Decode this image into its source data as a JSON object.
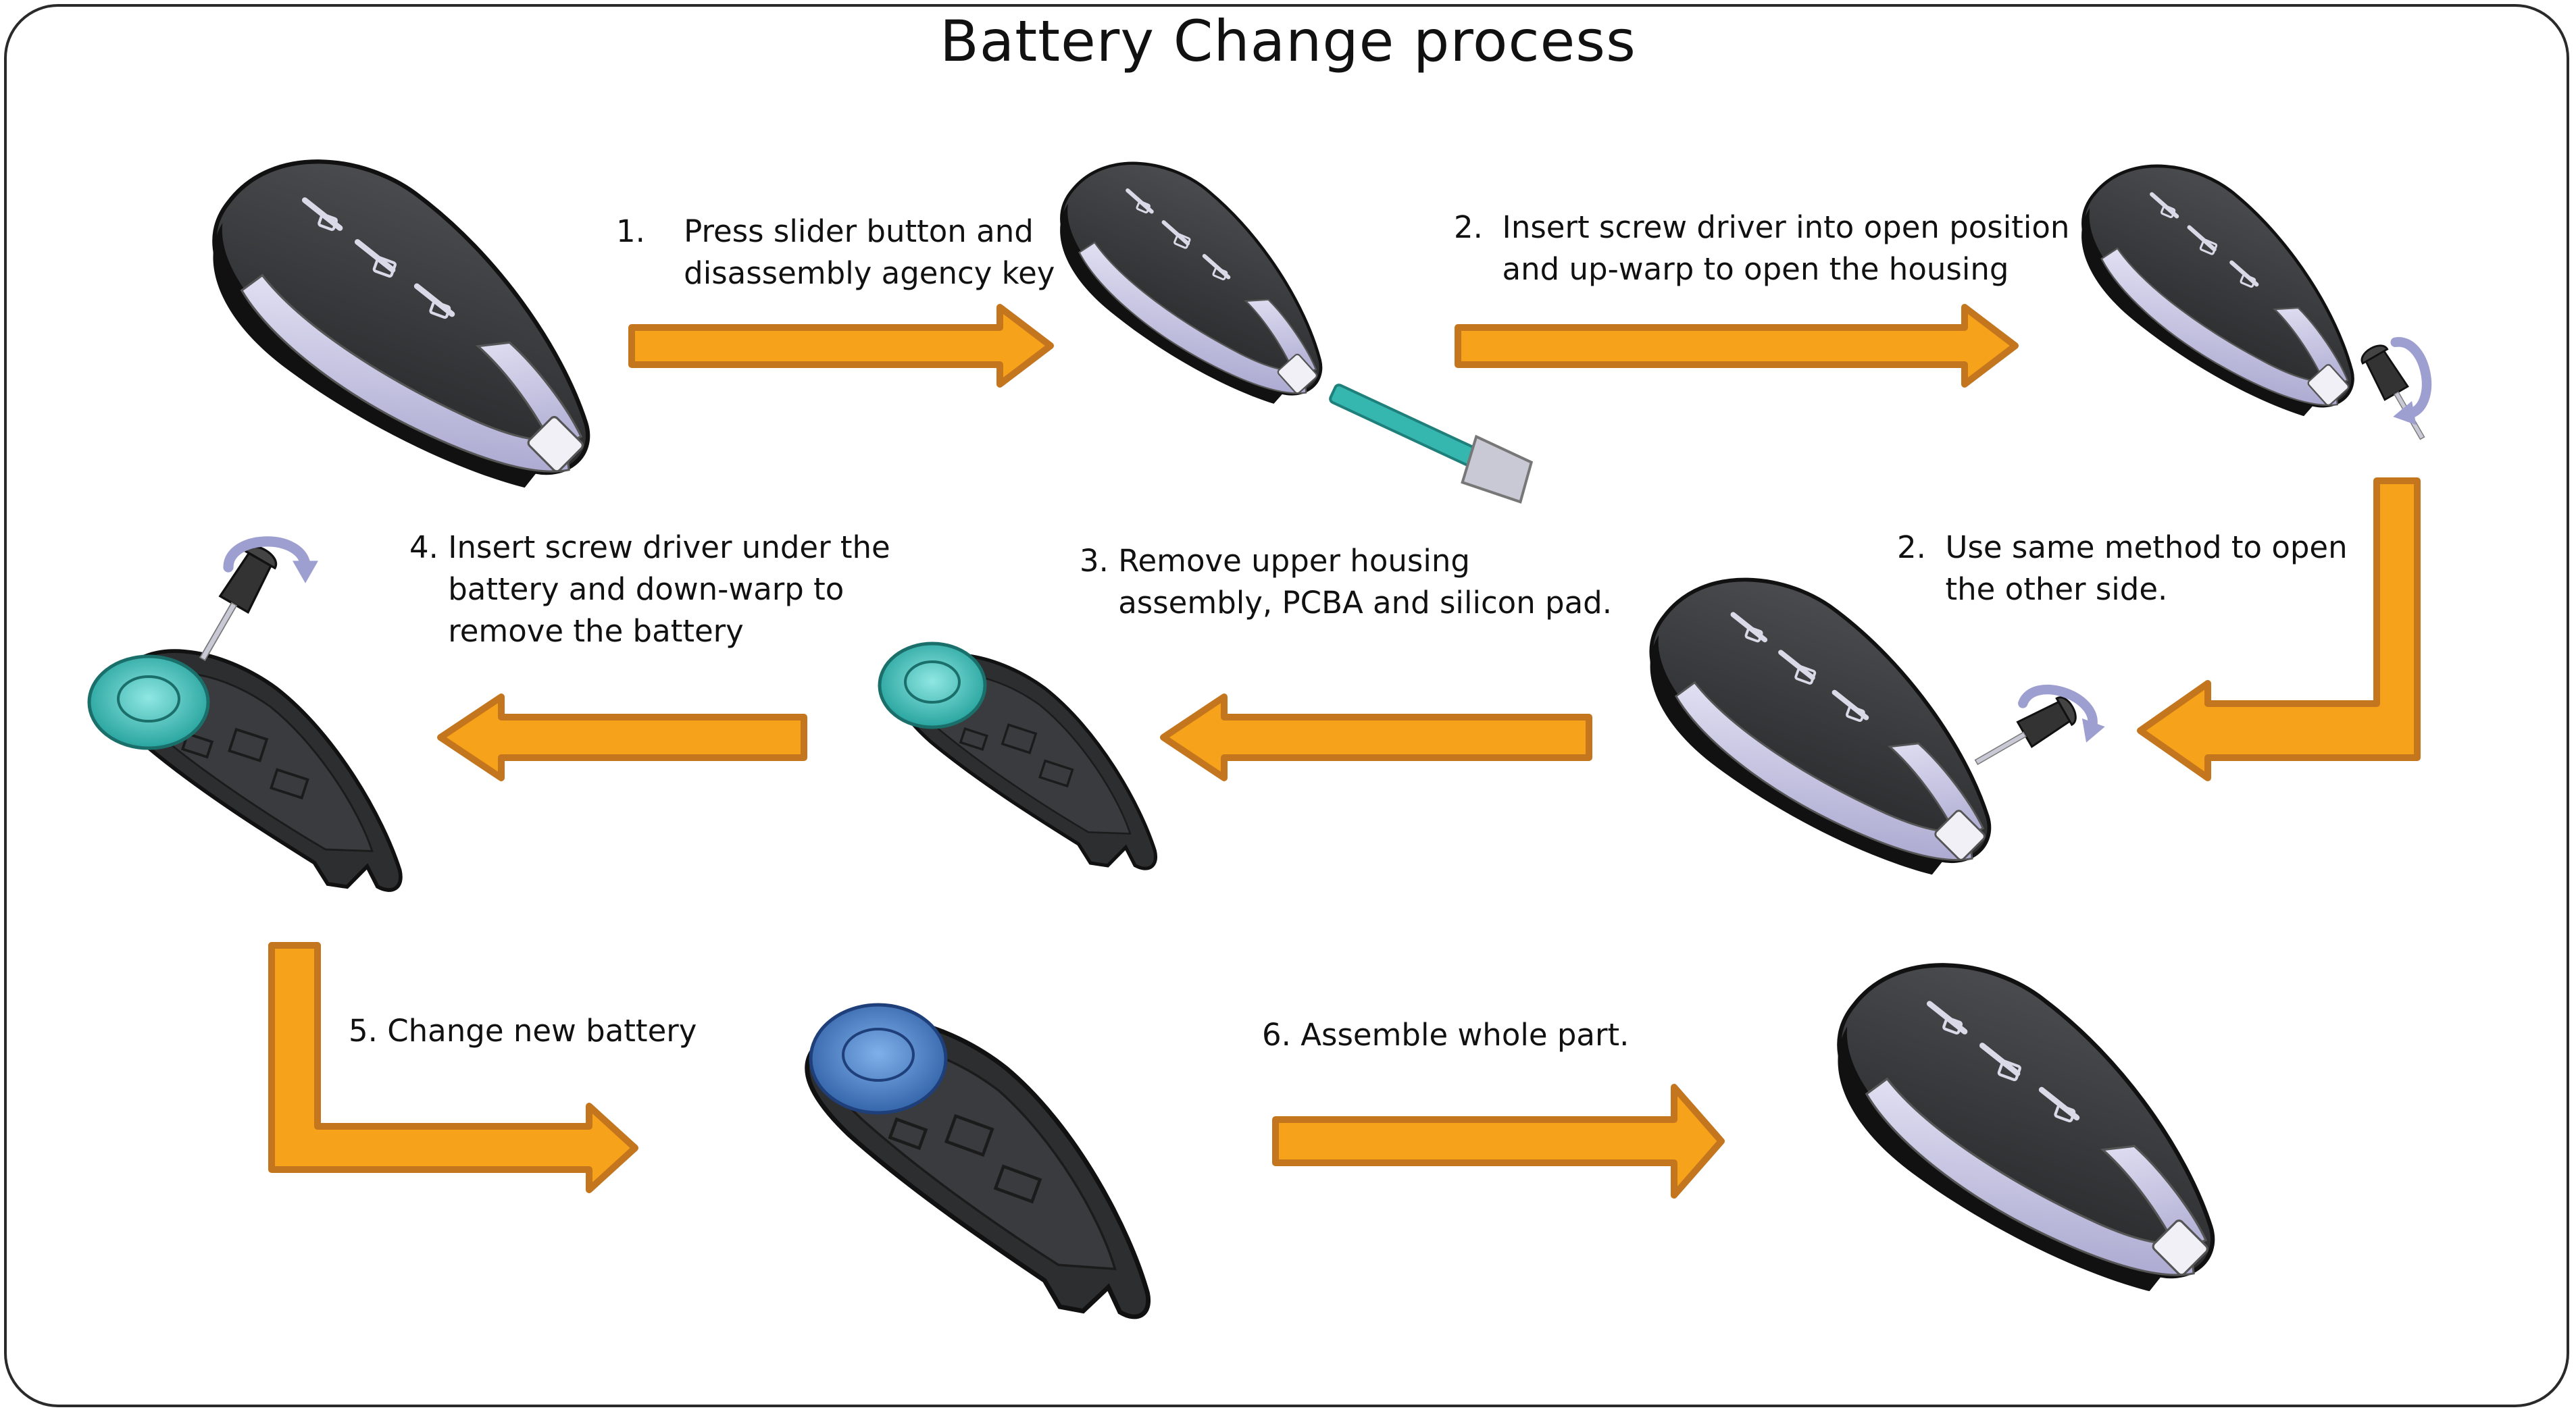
{
  "title": "Battery Change process",
  "colors": {
    "arrow_fill": "#F7A21B",
    "arrow_stroke": "#C4761F",
    "key_body": "#3a3b3d",
    "key_trim": "#c9c7e6",
    "battery_teal": "#2bb9b3",
    "battery_blue": "#3f7fc9",
    "screwdriver_arrow": "#9e9fd1"
  },
  "steps": [
    {
      "id": "step1",
      "line1": "1.    Press slider button and",
      "line2": "       disassembly agency key"
    },
    {
      "id": "step2a",
      "line1": "2.  Insert screw driver into open position",
      "line2": "     and up-warp to open the housing"
    },
    {
      "id": "step2b",
      "line1": "2.  Use same method to open",
      "line2": "     the other side."
    },
    {
      "id": "step3",
      "line1": "3. Remove upper housing",
      "line2": "    assembly, PCBA and silicon pad."
    },
    {
      "id": "step4",
      "line1": "4. Insert screw driver under the",
      "line2": "    battery and down-warp to",
      "line3": "    remove the battery"
    },
    {
      "id": "step5",
      "line1": "5. Change new battery"
    },
    {
      "id": "step6",
      "line1": "6. Assemble whole part."
    }
  ],
  "icons": [
    "car-key-fob-icon",
    "mechanical-key-blade-icon",
    "screwdriver-icon",
    "rotation-arrow-icon",
    "coin-battery-icon",
    "process-arrow-icon"
  ]
}
